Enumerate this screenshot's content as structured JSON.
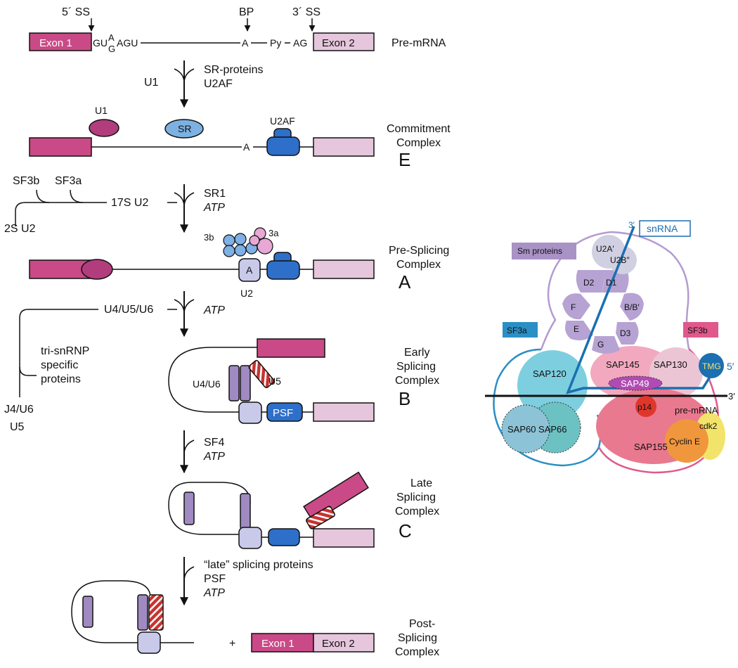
{
  "pathway": {
    "site_5ss": "5´ SS",
    "site_bp": "BP",
    "site_3ss": "3´ SS",
    "exon1": "Exon 1",
    "exon2": "Exon 2",
    "seq_gu": "GU",
    "seq_a": "A",
    "seq_g": "G",
    "seq_agu": "AGU",
    "seq_bp_a": "A",
    "seq_py": "Py",
    "seq_ag": "AG",
    "pre_mrna": "Pre-mRNA",
    "step1_left": "U1",
    "step1_right1": "SR-proteins",
    "step1_right2": "U2AF",
    "e_u1": "U1",
    "e_sr": "SR",
    "e_u2af": "U2AF",
    "e_a": "A",
    "complex_e_1": "Commitment",
    "complex_e_2": "Complex",
    "complex_e_letter": "E",
    "sf3b": "SF3b",
    "sf3a": "SF3a",
    "s17_u2": "17S U2",
    "s2_u2": "2S U2",
    "step2_1": "SR1",
    "step2_2": "ATP",
    "a_3b": "3b",
    "a_3a": "3a",
    "a_a": "A",
    "a_u2": "U2",
    "complex_a_1": "Pre-Splicing",
    "complex_a_2": "Complex",
    "complex_a_letter": "A",
    "tri_u456": "U4/U5/U6",
    "tri_1": "tri-snRNP",
    "tri_2": "specific",
    "tri_3": "proteins",
    "j4u6": "J4/U6",
    "u5_left": "U5",
    "step3": "ATP",
    "b_u4u6": "U4/U6",
    "b_u5": "U5",
    "b_psf": "PSF",
    "complex_b_1": "Early",
    "complex_b_2": "Splicing",
    "complex_b_3": "Complex",
    "complex_b_letter": "B",
    "step4_1": "SF4",
    "step4_2": "ATP",
    "complex_c_1": "Late",
    "complex_c_2": "Splicing",
    "complex_c_3": "Complex",
    "complex_c_letter": "C",
    "step5_1": "“late” splicing proteins",
    "step5_2": "PSF",
    "step5_3": "ATP",
    "plus": "+",
    "complex_post_1": "Post-",
    "complex_post_2": "Splicing",
    "complex_post_3": "Complex"
  },
  "u2snrnp": {
    "three_prime_top": "3′",
    "snrna": "snRNA",
    "sm_proteins": "Sm proteins",
    "u2a": "U2A′",
    "u2b": "U2B″",
    "d2": "D2",
    "d1": "D1",
    "f": "F",
    "bb": "B/B′",
    "e": "E",
    "g": "G",
    "d3": "D3",
    "sf3a": "SF3a",
    "sf3b": "SF3b",
    "sap120": "SAP120",
    "sap60": "SAP60",
    "sap66": "SAP66",
    "sap145": "SAP145",
    "sap130": "SAP130",
    "sap49": "SAP49",
    "sap155": "SAP155",
    "p14": "p14",
    "pre_mrna": "pre-mRNA",
    "tmg": "TMG",
    "five_prime": "5′",
    "three_prime_right": "3′",
    "cdk2": "cdk2",
    "cyclin_e": "Cyclin E"
  },
  "colors": {
    "exon1": "#c94a86",
    "exon2": "#e6c6dc",
    "u1": "#b23d7d",
    "sr": "#7db1e2",
    "u2af": "#2e6fc9",
    "u2": "#c9c9ea",
    "u4u6": "#a08ac2",
    "u5": "#c7332f",
    "sf3a": "#2a8fc4",
    "sf3b": "#e0588c",
    "sm": "#a992c5",
    "tmg": "#1c6fb0",
    "cyclin": "#f0973d",
    "cdk2": "#f2e46a"
  }
}
